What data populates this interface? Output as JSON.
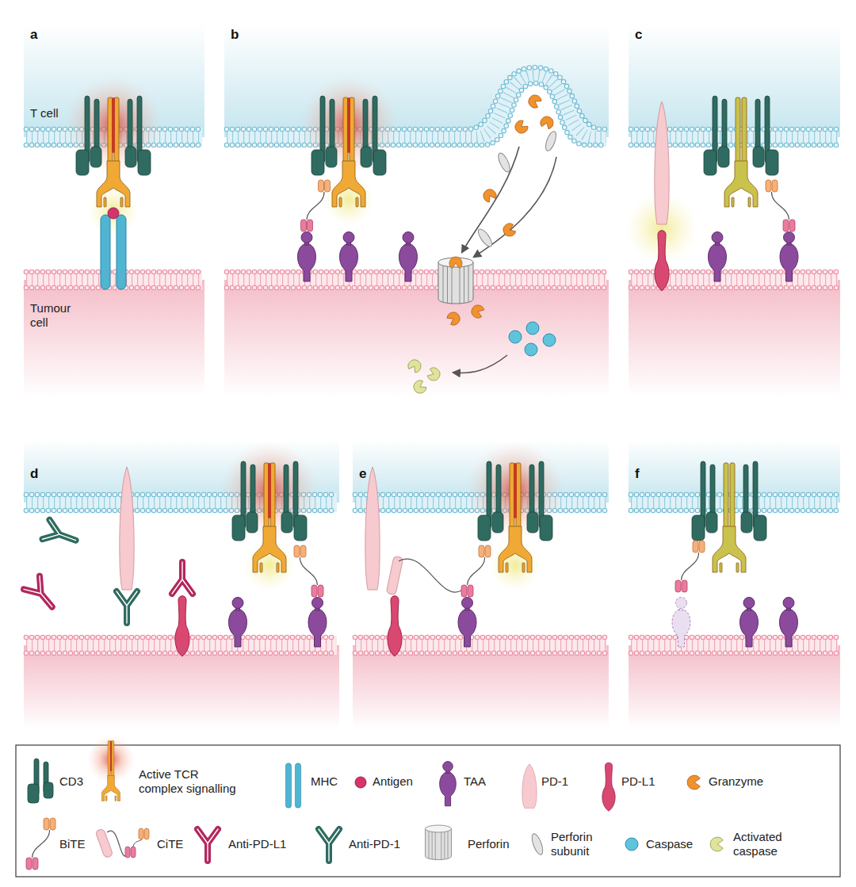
{
  "diagram": {
    "labels": [
      "a",
      "b",
      "c",
      "d",
      "e",
      "f",
      "T cell",
      "Tumour cell"
    ],
    "legend": [
      {
        "text": "CD3"
      },
      {
        "text": "Active TCR complex signalling"
      },
      {
        "text": "MHC"
      },
      {
        "text": "Antigen"
      },
      {
        "text": "TAA"
      },
      {
        "text": "PD-1"
      },
      {
        "text": "PD-L1"
      },
      {
        "text": "Granzyme"
      },
      {
        "text": "BiTE"
      },
      {
        "text": "CiTE"
      },
      {
        "text": "Anti-PD-L1"
      },
      {
        "text": "Anti-PD-1"
      },
      {
        "text": "Perforin"
      },
      {
        "text": "Perforin subunit"
      },
      {
        "text": "Caspase"
      },
      {
        "text": "Activated caspase"
      }
    ]
  }
}
